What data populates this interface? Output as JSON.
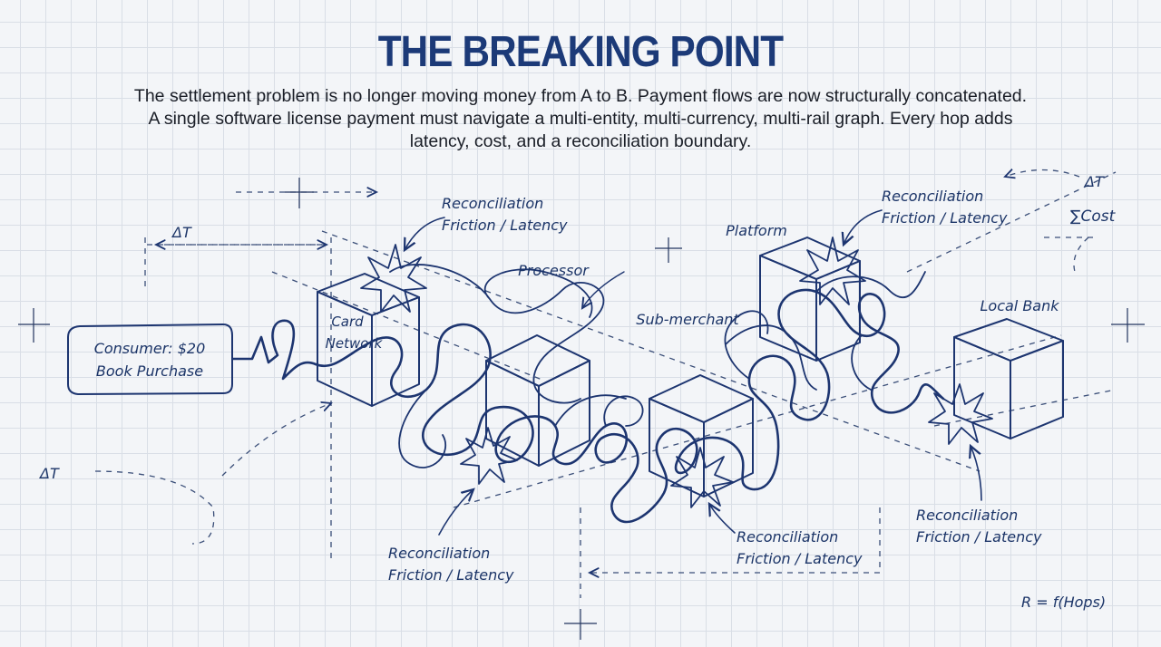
{
  "title": "THE BREAKING POINT",
  "subtitle": "The settlement problem is no longer moving money from A to B. Payment flows are now structurally concatenated. A single software license payment must navigate a multi-entity, multi-currency, multi-rail graph. Every hop adds latency, cost, and a reconciliation boundary.",
  "consumer": {
    "line1": "Consumer: $20",
    "line2": "Book Purchase"
  },
  "nodes": {
    "card_network": {
      "line1": "Card",
      "line2": "Network"
    },
    "processor": "Processor",
    "sub_merchant": "Sub-merchant",
    "platform": "Platform",
    "local_bank": "Local Bank"
  },
  "friction": {
    "line1": "Reconciliation",
    "line2": "Friction / Latency"
  },
  "delta_t": "ΔT",
  "sum_cost": "∑Cost",
  "formula": "R = f(Hops)",
  "colors": {
    "ink": "#1d3570",
    "title": "#1c3a78",
    "grid": "#d9dee6",
    "paper": "#f3f5f8"
  }
}
